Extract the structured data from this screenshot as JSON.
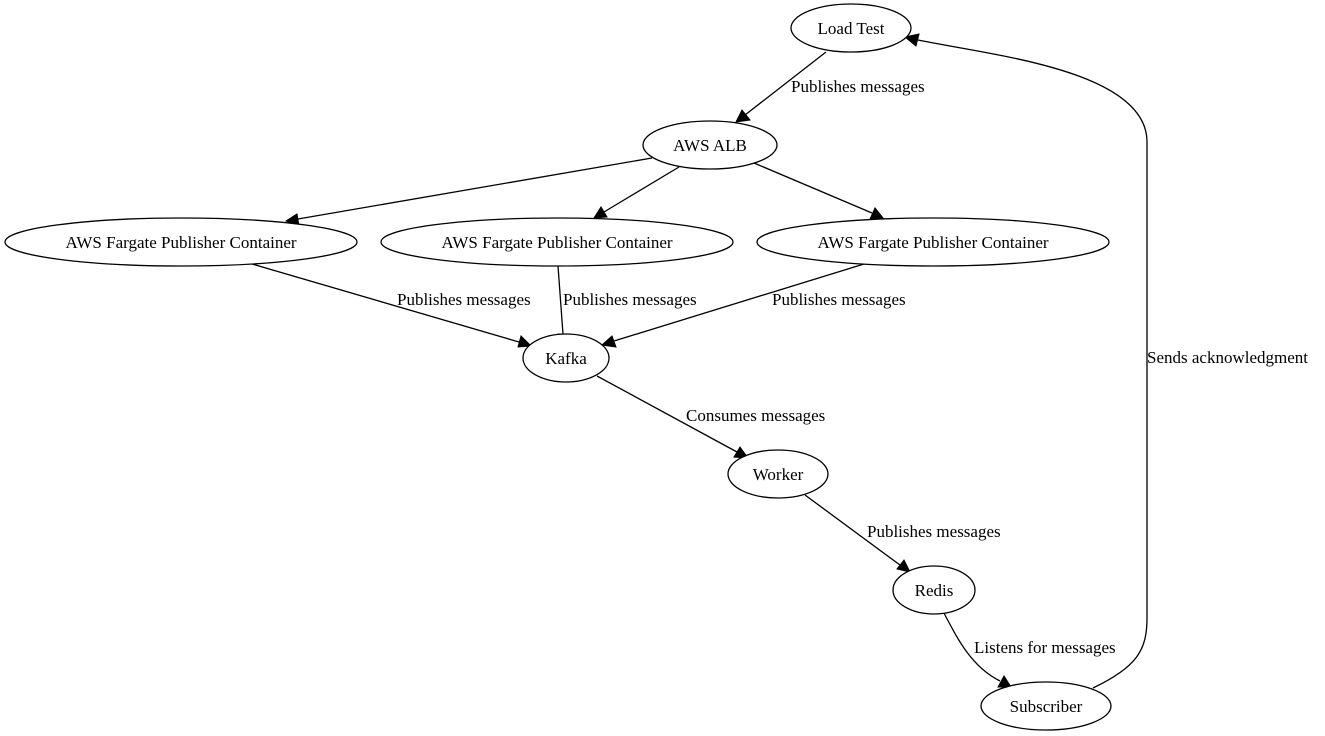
{
  "nodes": {
    "load_test": "Load Test",
    "alb": "AWS ALB",
    "fargate_1": "AWS Fargate Publisher Container",
    "fargate_2": "AWS Fargate Publisher Container",
    "fargate_3": "AWS Fargate Publisher Container",
    "kafka": "Kafka",
    "worker": "Worker",
    "redis": "Redis",
    "subscriber": "Subscriber"
  },
  "edges": {
    "loadtest_to_alb": "Publishes messages",
    "fargate1_to_kafka": "Publishes messages",
    "fargate2_to_kafka": "Publishes messages",
    "fargate3_to_kafka": "Publishes messages",
    "kafka_to_worker": "Consumes messages",
    "worker_to_redis": "Publishes messages",
    "redis_to_subscriber": "Listens for messages",
    "subscriber_to_loadtest": "Sends acknowledgment"
  }
}
